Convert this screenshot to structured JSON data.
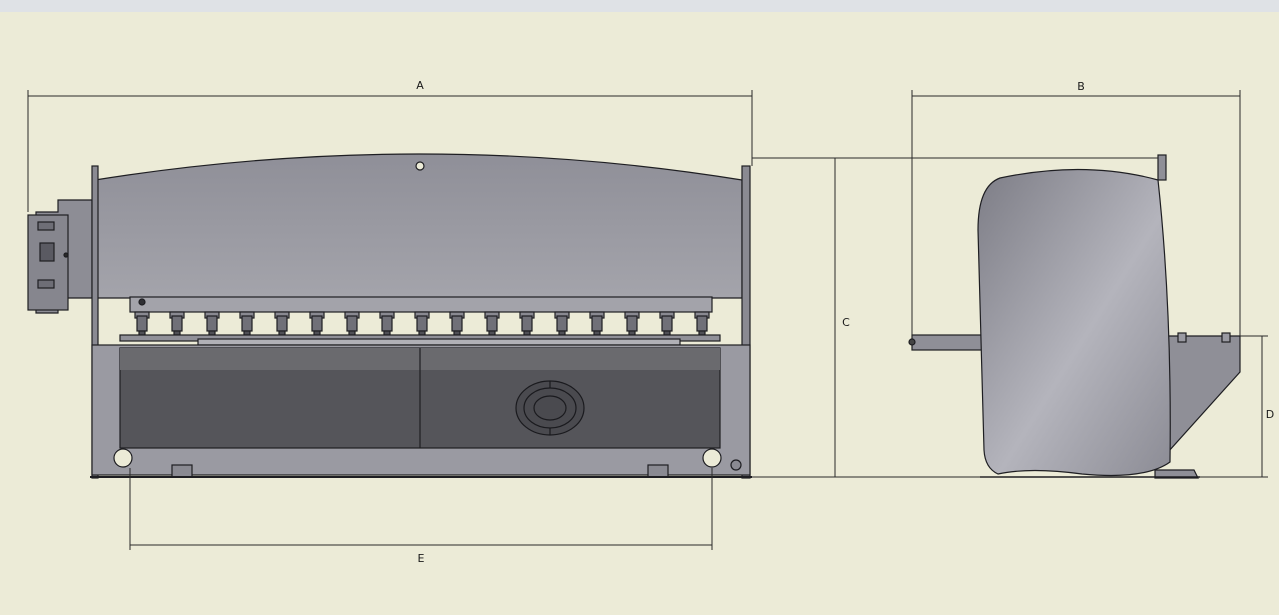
{
  "dimension_labels": {
    "overall_length": "A",
    "overall_depth": "B",
    "overall_height": "C",
    "table_height": "D",
    "foot_spacing": "E"
  },
  "colors": {
    "backdrop": "#dfe2e6",
    "sheet": "#ecebd7",
    "machine_body": "#9a9aa2",
    "machine_dark": "#545457",
    "outline": "#1e1e22",
    "dimension_line": "#2a2a2a"
  },
  "counts": {
    "hold_down_cylinders": 17
  }
}
